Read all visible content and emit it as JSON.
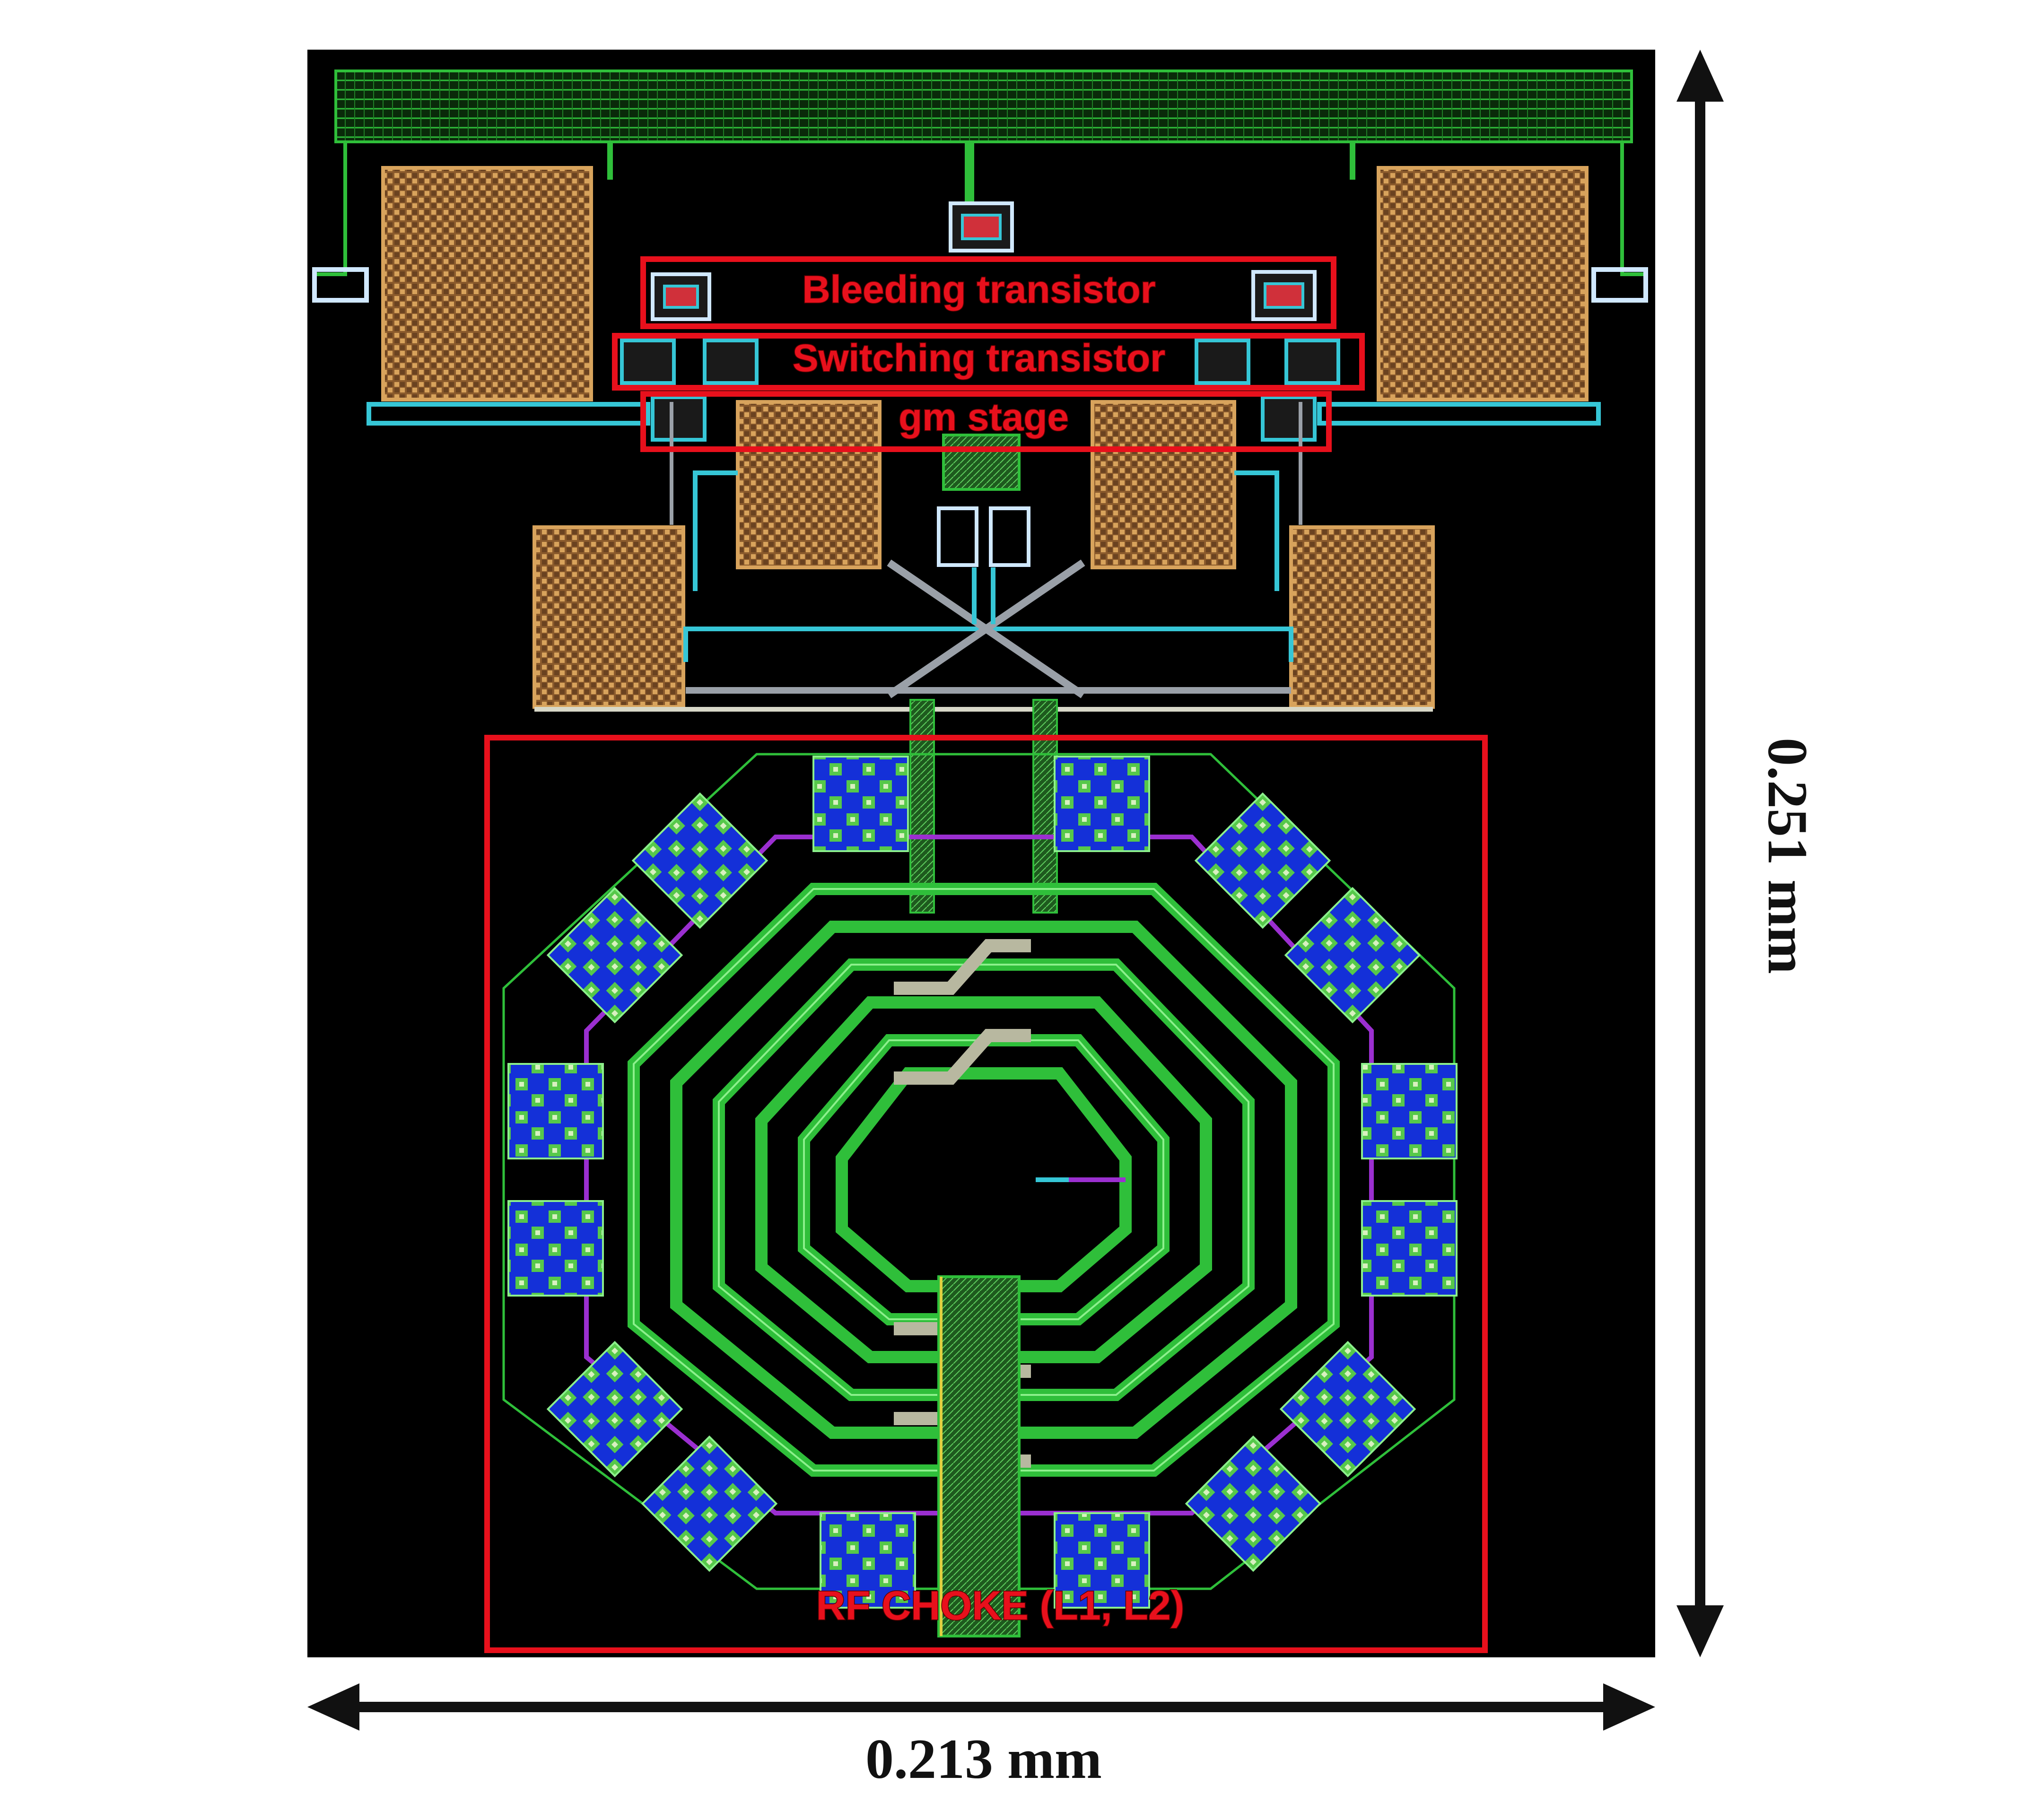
{
  "figure": {
    "labels": {
      "bleeding": "Bleeding transistor",
      "switching": "Switching transistor",
      "gm": "gm stage",
      "choke": "RF CHOKE (L1, L2)"
    },
    "dimensions": {
      "width": "0.213 mm",
      "height": "0.251 mm"
    },
    "colors": {
      "background": "#000000",
      "highlight": "#e8101c",
      "metal_green": "#2fbf3a",
      "capacitor_orange": "#c98a4a",
      "pad_blue": "#1430d8",
      "via_cyan": "#36c6d6"
    }
  }
}
